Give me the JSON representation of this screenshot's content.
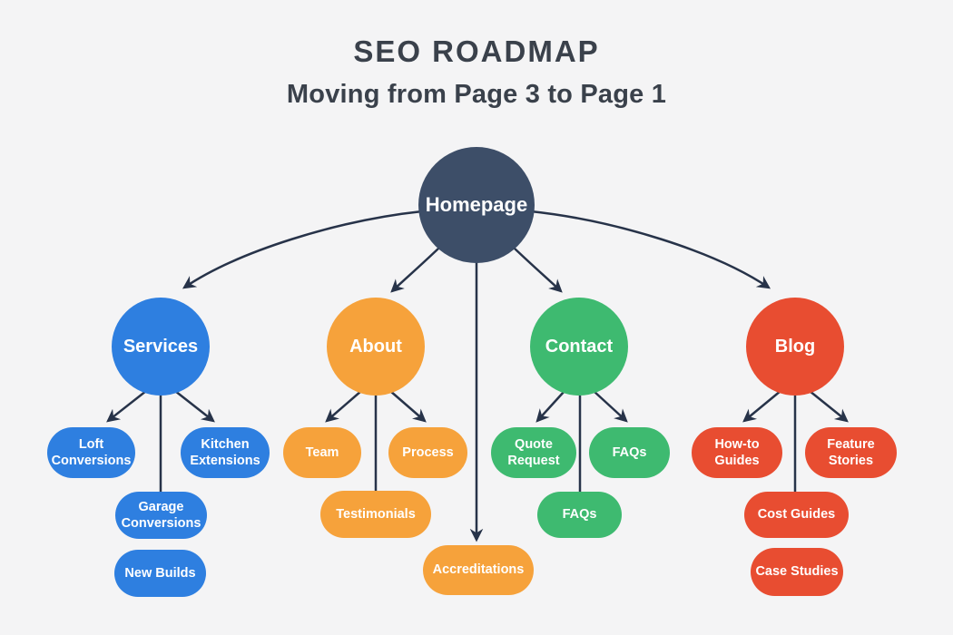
{
  "title": "SEO ROADMAP",
  "subtitle": "Moving from Page 3 to Page 1",
  "palette": {
    "background": "#f4f4f5",
    "homepage": "#3d4e68",
    "services": "#2e7fe0",
    "about": "#f6a23b",
    "contact": "#3eba70",
    "blog": "#e84d31",
    "connector": "#273349",
    "title_text": "#3a414b",
    "node_text": "#ffffff"
  },
  "nodes": {
    "homepage": {
      "label": "Homepage"
    },
    "services": {
      "label": "Services"
    },
    "about": {
      "label": "About"
    },
    "contact": {
      "label": "Contact"
    },
    "blog": {
      "label": "Blog"
    },
    "loft_conversions": {
      "label": "Loft Conversions"
    },
    "kitchen_extensions": {
      "label": "Kitchen Extensions"
    },
    "garage_conversions": {
      "label": "Garage Conversions"
    },
    "new_builds": {
      "label": "New Builds"
    },
    "team": {
      "label": "Team"
    },
    "process": {
      "label": "Process"
    },
    "testimonials": {
      "label": "Testimonials"
    },
    "accreditations": {
      "label": "Accreditations"
    },
    "quote_request": {
      "label": "Quote Request"
    },
    "faqs_right": {
      "label": "FAQs"
    },
    "faqs_bottom": {
      "label": "FAQs"
    },
    "how_to_guides": {
      "label": "How-to Guides"
    },
    "feature_stories": {
      "label": "Feature Stories"
    },
    "cost_guides": {
      "label": "Cost Guides"
    },
    "case_studies": {
      "label": "Case Studies"
    }
  }
}
